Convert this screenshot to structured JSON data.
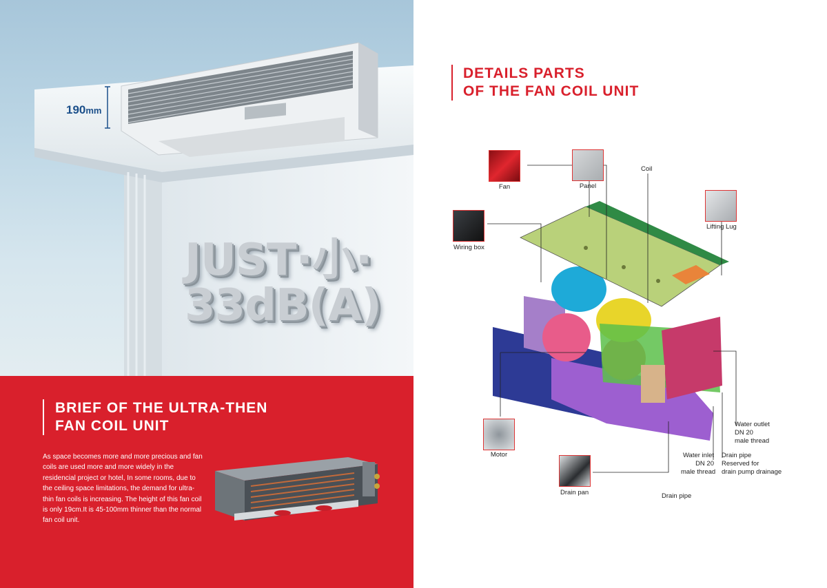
{
  "hero": {
    "height_value": "190",
    "height_unit": "mm",
    "slogan_line1": "JUST·小·",
    "slogan_line2": "33dB(A)"
  },
  "brief": {
    "title_line1": "BRIEF OF THE ULTRA-THEN",
    "title_line2": "FAN COIL UNIT",
    "body": "As space becomes more and more precious and fan coils are used more and more widely in the residencial project or hotel, In some rooms, due to the ceiling space limitations, the demand for ultra-thin fan coils is increasing. The height of this fan coil is only 19cm.It is 45-100mm thinner than the normal fan coil unit."
  },
  "details": {
    "title_line1": "DETAILS PARTS",
    "title_line2": "OF THE FAN COIL UNIT"
  },
  "parts": {
    "fan": "Fan",
    "panel": "Panel",
    "coil": "Coil",
    "lifting_lug": "Lifting Lug",
    "wiring_box": "Wiring box",
    "motor": "Motor",
    "drain_pan": "Drain pan",
    "drain_pipe": "Drain pipe",
    "water_inlet": [
      "Water inlet",
      "DN 20",
      "male thread"
    ],
    "water_outlet": [
      "Water outlet",
      "DN 20",
      "male thread"
    ],
    "drain_pipe_reserved": [
      "Drain pipe",
      "Reserved for",
      "drain pump drainage"
    ]
  },
  "colors": {
    "brand_red": "#d9202c",
    "dimension_blue": "#1b4f8a"
  }
}
